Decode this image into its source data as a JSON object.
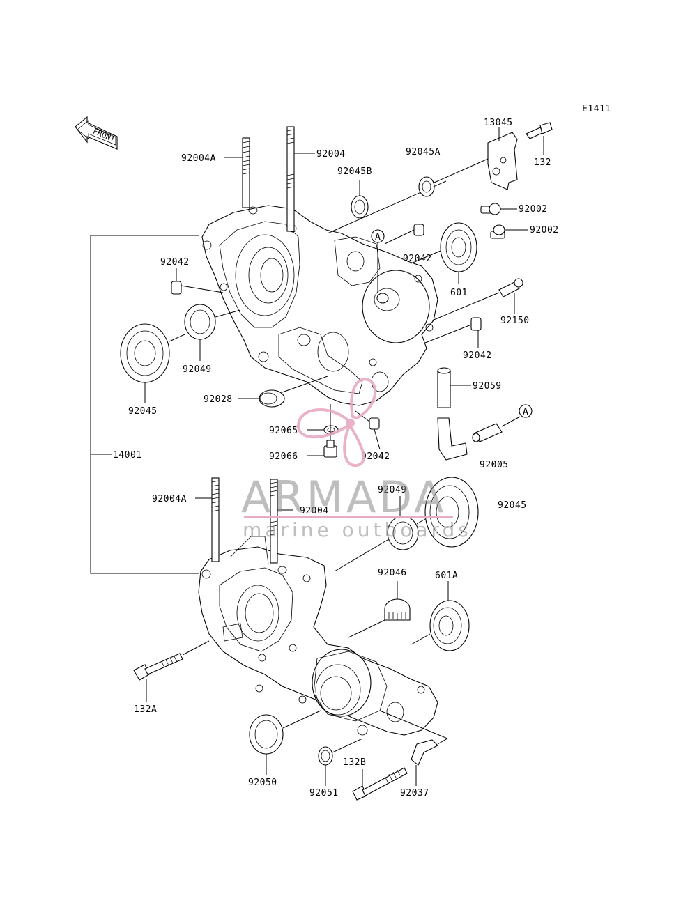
{
  "diagram_code": "E1411",
  "front_label": "FRONT",
  "callouts": {
    "c92004A_top": "92004A",
    "c92004_top": "92004",
    "c92045A": "92045A",
    "c13045": "13045",
    "c132": "132",
    "c92045B": "92045B",
    "c92002_a": "92002",
    "c92002_b": "92002",
    "c92042_left": "92042",
    "c92042_mid": "92042",
    "c601": "601",
    "c92150": "92150",
    "c92049_top": "92049",
    "c92045_left": "92045",
    "c92042_right": "92042",
    "c92028": "92028",
    "c92059": "92059",
    "c92065": "92065",
    "c92066": "92066",
    "c92042_low": "92042",
    "c92005": "92005",
    "c14001": "14001",
    "c92004A_bottom": "92004A",
    "c92049_bottom": "92049",
    "c92045_right": "92045",
    "c92004_bottom": "92004",
    "c92046": "92046",
    "c601A": "601A",
    "c132A": "132A",
    "c92050": "92050",
    "c92051": "92051",
    "c132B": "132B",
    "c92037": "92037",
    "ref_A_upper": "A",
    "ref_A_lower": "A"
  },
  "watermark": {
    "title": "ARMADA",
    "subtitle": "marine outboards",
    "accent_color": "#e8aac4"
  }
}
